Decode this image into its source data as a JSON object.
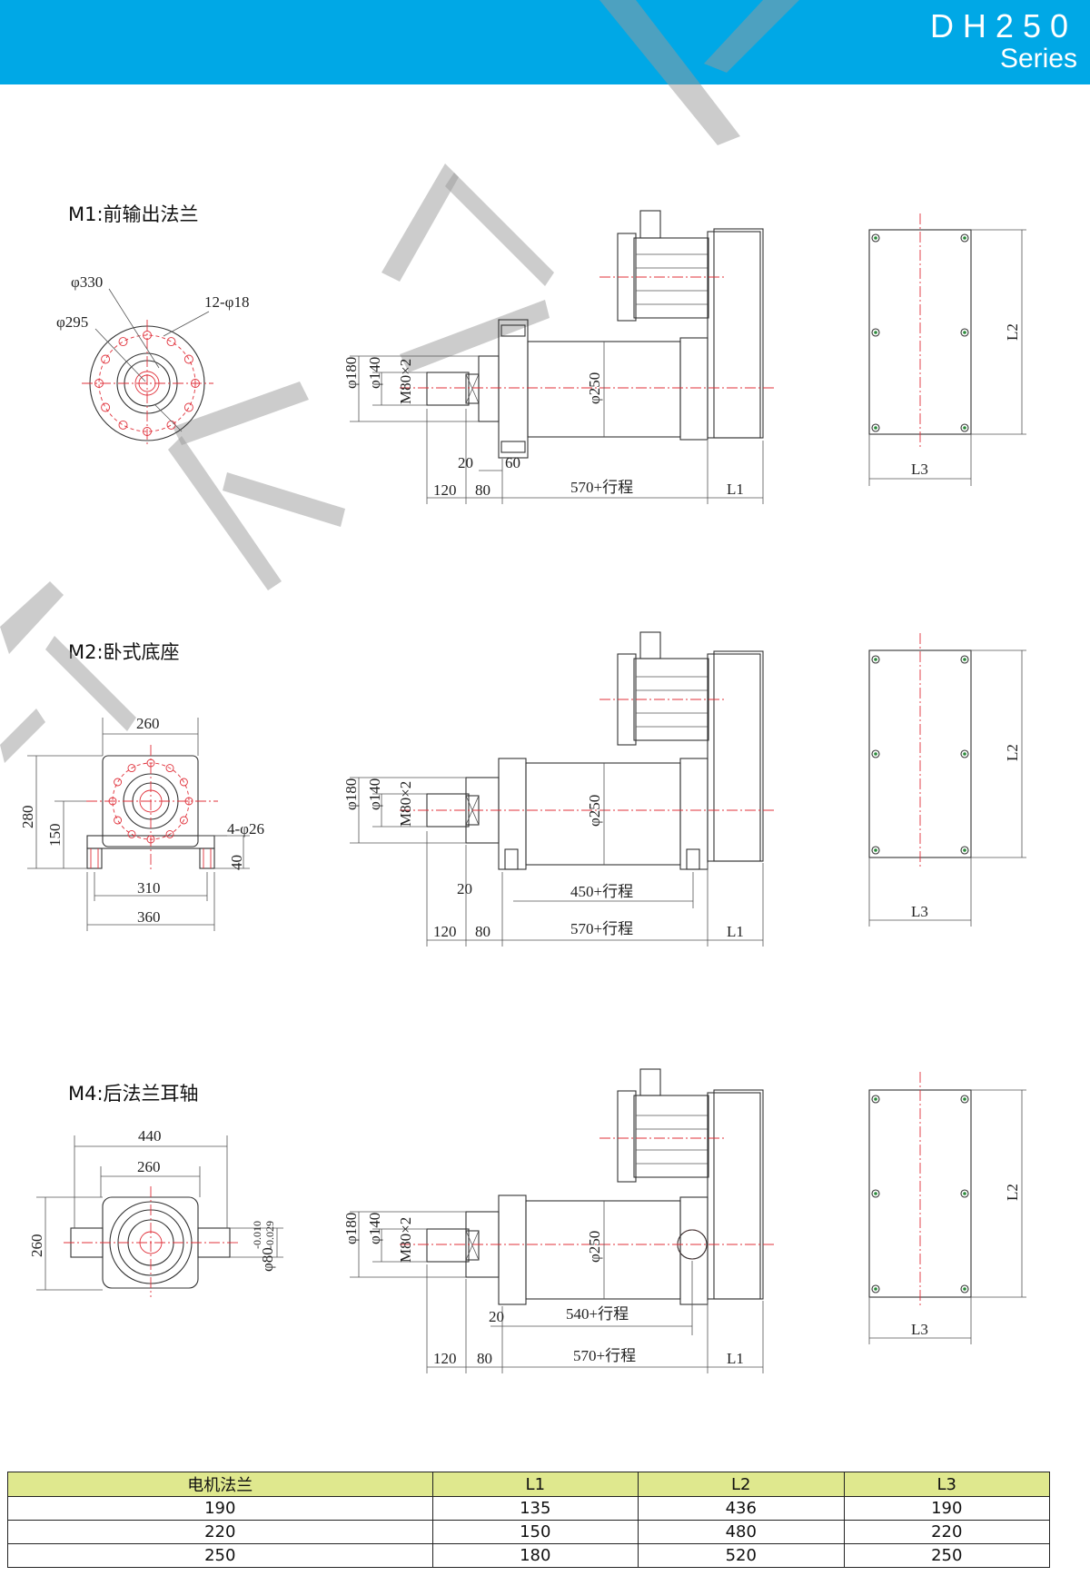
{
  "header": {
    "model": "DH250",
    "series": "Series"
  },
  "sections": [
    {
      "title": "M1:前输出法兰",
      "dims": {
        "d330": "φ330",
        "d295": "φ295",
        "holes": "12-φ18",
        "d180": "φ180",
        "d140": "φ140",
        "thread": "M80×2",
        "d250": "φ250",
        "a20": "20",
        "a60": "60",
        "a120": "120",
        "a80": "80",
        "stroke": "570+行程",
        "L1": "L1",
        "L2": "L2",
        "L3": "L3"
      }
    },
    {
      "title": "M2:卧式底座",
      "dims": {
        "w260": "260",
        "h280": "280",
        "h150": "150",
        "holes": "4-φ26",
        "h40": "40",
        "w310": "310",
        "w360": "360",
        "d180": "φ180",
        "d140": "φ140",
        "thread": "M80×2",
        "d250": "φ250",
        "a20": "20",
        "stroke450": "450+行程",
        "a120": "120",
        "a80": "80",
        "stroke": "570+行程",
        "L1": "L1",
        "L2": "L2",
        "L3": "L3"
      }
    },
    {
      "title": "M4:后法兰耳轴",
      "dims": {
        "w440": "440",
        "w260": "260",
        "h260": "260",
        "shaft": "φ80",
        "tol_up": "-0.010",
        "tol_low": "-0.029",
        "d180": "φ180",
        "d140": "φ140",
        "thread": "M80×2",
        "d250": "φ250",
        "a20": "20",
        "stroke540": "540+行程",
        "a120": "120",
        "a80": "80",
        "stroke": "570+行程",
        "L1": "L1",
        "L2": "L2",
        "L3": "L3"
      }
    }
  ],
  "table": {
    "headers": [
      "电机法兰",
      "L1",
      "L2",
      "L3"
    ],
    "rows": [
      [
        "190",
        "135",
        "436",
        "190"
      ],
      [
        "220",
        "150",
        "480",
        "220"
      ],
      [
        "250",
        "180",
        "520",
        "250"
      ]
    ]
  }
}
